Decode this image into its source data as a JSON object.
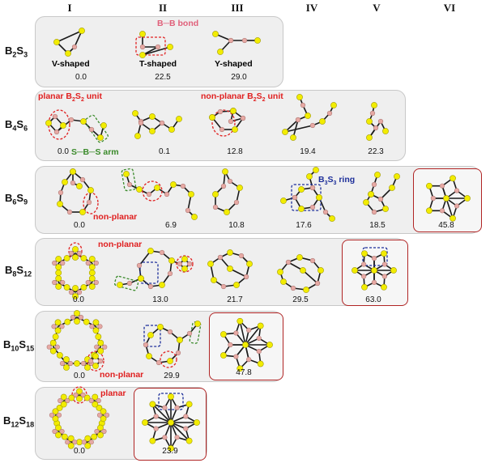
{
  "column_headers": [
    "I",
    "II",
    "III",
    "IV",
    "V",
    "VI"
  ],
  "rows": [
    {
      "formula": {
        "b": "B",
        "bn": "2",
        "s": "S",
        "sn": "3"
      },
      "energies": [
        "0.0",
        "22.5",
        "29.0"
      ],
      "labels": {
        "v": "V-shaped",
        "t": "T-shaped",
        "y": "Y-shaped",
        "bb": "B─B bond"
      }
    },
    {
      "formula": {
        "b": "B",
        "bn": "4",
        "s": "S",
        "sn": "6"
      },
      "energies": [
        "0.0",
        "0.1",
        "12.8",
        "19.4",
        "22.3"
      ],
      "labels": {
        "planar": "planar B",
        "planar_sub": "2",
        "planar_s": "S",
        "planar_sub2": "2",
        "planar_tail": " unit",
        "nonplanar": "non-planar B",
        "nonplanar_sub": "2",
        "nonplanar_s": "S",
        "nonplanar_sub2": "2",
        "nonplanar_tail": " unit",
        "arm": "S─B─S arm"
      }
    },
    {
      "formula": {
        "b": "B",
        "bn": "6",
        "s": "S",
        "sn": "9"
      },
      "energies": [
        "0.0",
        "6.9",
        "10.8",
        "17.6",
        "18.5",
        "45.8"
      ],
      "labels": {
        "nonplanar": "non-planar",
        "ring": "B",
        "ring_sub": "3",
        "ring_s": "S",
        "ring_sub2": "3",
        "ring_tail": " ring"
      }
    },
    {
      "formula": {
        "b": "B",
        "bn": "8",
        "s": "S",
        "sn": "12"
      },
      "energies": [
        "0.0",
        "13.0",
        "21.7",
        "29.5",
        "63.0"
      ],
      "labels": {
        "nonplanar": "non-planar"
      }
    },
    {
      "formula": {
        "b": "B",
        "bn": "10",
        "s": "S",
        "sn": "15"
      },
      "energies": [
        "0.0",
        "29.9",
        "47.8"
      ],
      "labels": {
        "nonplanar": "non-planar"
      }
    },
    {
      "formula": {
        "b": "B",
        "bn": "12",
        "s": "S",
        "sn": "18"
      },
      "energies": [
        "0.0",
        "23.9"
      ],
      "labels": {
        "planar": "planar"
      }
    }
  ],
  "colors": {
    "sulfur": "#f2ec00",
    "boron": "#e6a9a4",
    "bond": "#1a1a1a",
    "frame": "#b02424",
    "panel": "#efefef",
    "red_label": "#e02020",
    "blue_label": "#1d2f9a",
    "green_label": "#3a8a2a"
  }
}
